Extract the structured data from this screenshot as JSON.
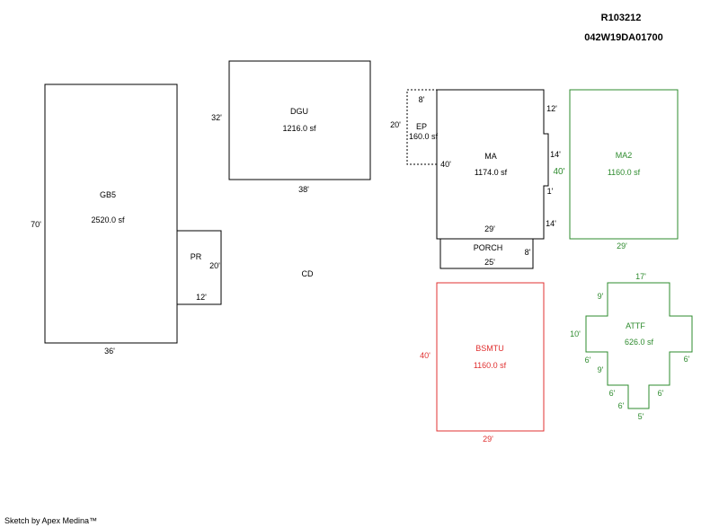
{
  "header": {
    "parcel_id": "R103212",
    "account_id": "042W19DA01700"
  },
  "footer": {
    "credit": "Sketch by Apex Medina™"
  },
  "colors": {
    "default": "#000000",
    "ma2": "#2e8b2e",
    "bsmtu": "#e03030",
    "attf": "#2e8b2e"
  },
  "areas": {
    "gb5": {
      "name": "GB5",
      "area": "2520.0 sf",
      "dims": {
        "left": "70'",
        "bottom": "36'"
      }
    },
    "dgu": {
      "name": "DGU",
      "area": "1216.0 sf",
      "dims": {
        "left": "32'",
        "bottom": "38'"
      }
    },
    "pr": {
      "name": "PR",
      "dims": {
        "right": "20'",
        "bottom": "12'"
      }
    },
    "cd": {
      "name": "CD"
    },
    "ep": {
      "name": "EP",
      "area": "160.0 sf",
      "dims": {
        "top": "8'",
        "left": "20'"
      }
    },
    "ma": {
      "name": "MA",
      "area": "1174.0 sf",
      "dims": {
        "left": "40'",
        "r1": "12'",
        "r2": "14'",
        "r3": "1'",
        "r4": "14'",
        "bottom": "29'"
      }
    },
    "porch": {
      "name": "PORCH",
      "dims": {
        "right": "8'",
        "bottom": "25'"
      }
    },
    "ma2": {
      "name": "MA2",
      "area": "1160.0 sf",
      "dims": {
        "left": "40'",
        "bottom": "29'"
      }
    },
    "bsmtu": {
      "name": "BSMTU",
      "area": "1160.0 sf",
      "dims": {
        "left": "40'",
        "bottom": "29'"
      }
    },
    "attf": {
      "name": "ATTF",
      "area": "626.0 sf",
      "dims": {
        "top": "17'",
        "ul": "9'",
        "left": "10'",
        "ll": "6'",
        "lv": "9'",
        "lb": "6'",
        "bl": "6'",
        "bottom": "5'",
        "br": "6'",
        "rr": "6'"
      }
    }
  }
}
